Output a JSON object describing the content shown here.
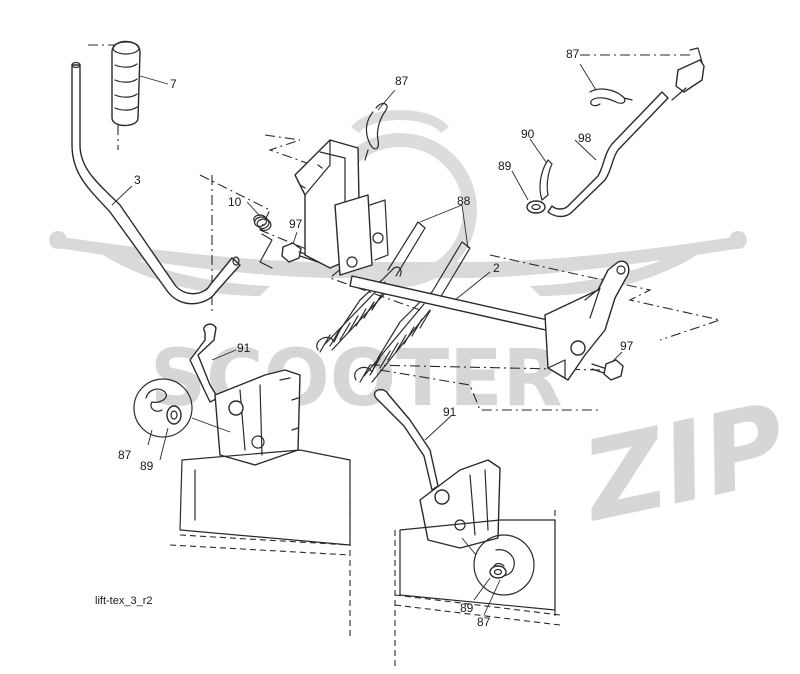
{
  "watermark": {
    "brand_top": "SCOOTER",
    "brand_bottom": "ZIP"
  },
  "caption": "lift-tex_3_r2",
  "callouts": {
    "c7": "7",
    "c3": "3",
    "c10": "10",
    "c97a": "97",
    "c87a": "87",
    "c88": "88",
    "c2": "2",
    "c87b": "87",
    "c90": "90",
    "c98": "98",
    "c89a": "89",
    "c97b": "97",
    "c91a": "91",
    "c87c": "87",
    "c89b": "89",
    "c91b": "91",
    "c89c": "89",
    "c87d": "87"
  },
  "colors": {
    "line": "#2a2a2a",
    "watermark": "#d9d9d9",
    "background": "#ffffff"
  }
}
